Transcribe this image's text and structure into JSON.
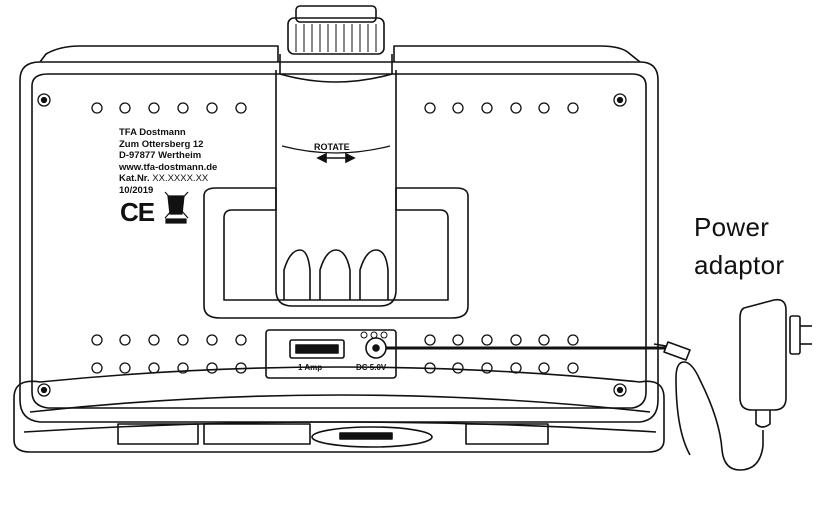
{
  "imprint": {
    "company": "TFA Dostmann",
    "street": "Zum Ottersberg 12",
    "city": "D-97877 Wertheim",
    "website": "www.tfa-dostmann.de",
    "cat_label": "Kat.Nr.",
    "cat_value": "XX.XXXX.XX",
    "date": "10/2019"
  },
  "marks": {
    "ce": "CE"
  },
  "stand": {
    "rotate_label": "ROTATE"
  },
  "ports": {
    "usb_label": "1 Amp",
    "dc_label": "DC 5.0V"
  },
  "callout": {
    "line1": "Power",
    "line2": "adaptor"
  },
  "icons": [
    "rotate-arrow-icon",
    "usb-port-icon",
    "dc-jack-icon",
    "polarity-icon",
    "weee-bin-icon",
    "screw-icon",
    "power-adaptor-icon"
  ]
}
